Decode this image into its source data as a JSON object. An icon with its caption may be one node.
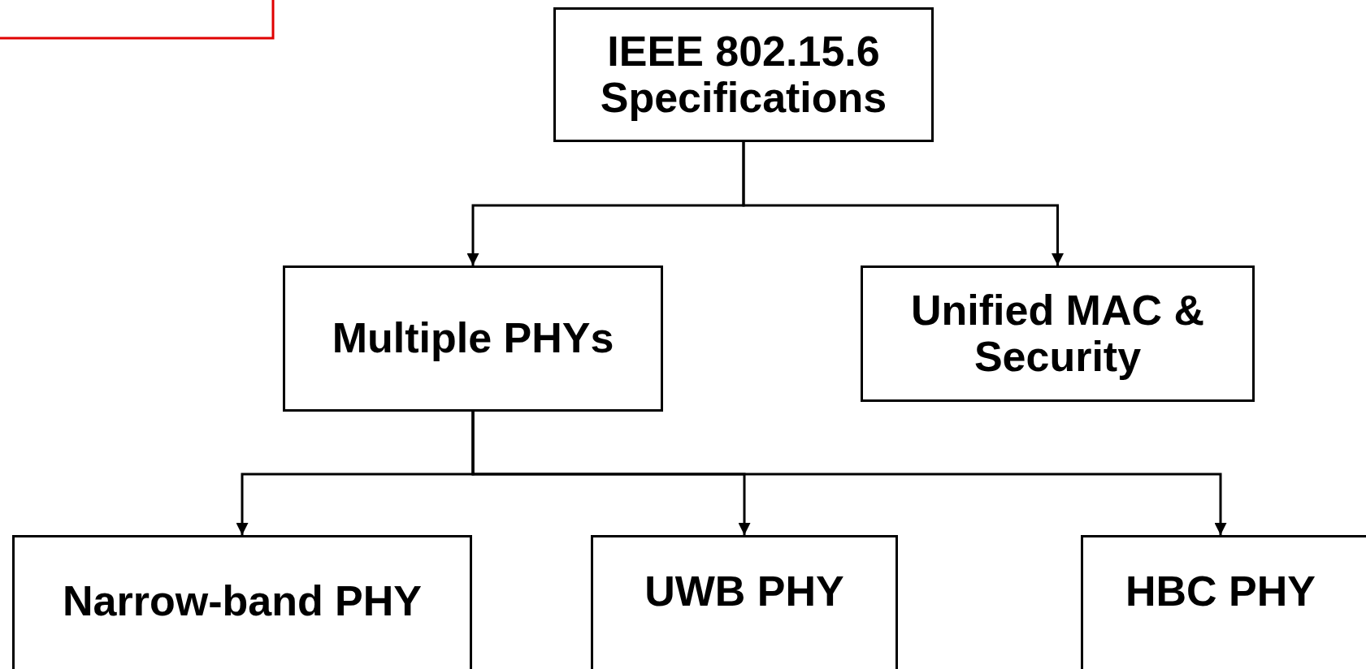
{
  "diagram": {
    "nodes": [
      {
        "text": [
          "IEEE 802.15.6 Specifications"
        ]
      },
      {
        "text": [
          "Multiple PHYs"
        ]
      },
      {
        "text": [
          "Unified MAC & Security"
        ]
      },
      {
        "text": [
          "Narrow-band PHY"
        ]
      },
      {
        "text": [
          "UWB PHY"
        ]
      },
      {
        "text": [
          "HBC PHY"
        ]
      }
    ],
    "edges": [
      {
        "from": 0,
        "to": 1,
        "arrow": "to"
      },
      {
        "from": 0,
        "to": 2,
        "arrow": "to"
      },
      {
        "from": 1,
        "to": 3,
        "arrow": "to"
      },
      {
        "from": 1,
        "to": 4,
        "arrow": "to"
      },
      {
        "from": 1,
        "to": 5,
        "arrow": "to"
      }
    ]
  }
}
